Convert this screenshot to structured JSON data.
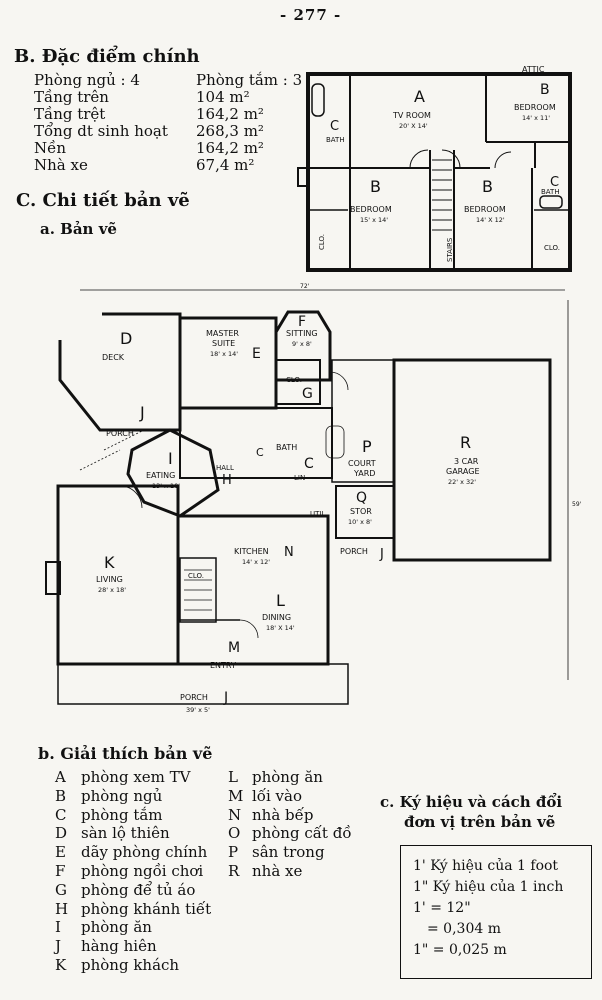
{
  "page_number": "- 277 -",
  "section_b": {
    "title": "B. Đặc điểm chính",
    "rows": [
      {
        "label": "Phòng ngủ : 4",
        "value": "Phòng tắm : 3"
      },
      {
        "label": "Tầng trên",
        "value": "104 m²"
      },
      {
        "label": "Tầng trệt",
        "value": "164,2 m²"
      },
      {
        "label": "Tổng dt sinh hoạt",
        "value": "268,3 m²"
      },
      {
        "label": "Nền",
        "value": "164,2 m²"
      },
      {
        "label": "Nhà xe",
        "value": "67,4 m²"
      }
    ]
  },
  "section_c": {
    "title": "C. Chi tiết bản vẽ",
    "sub_a": "a. Bản vẽ",
    "sub_b": "b. Giải thích bản vẽ",
    "sub_c_line1": "c. Ký hiệu và cách đổi",
    "sub_c_line2": "đơn vị trên bản vẽ"
  },
  "upper_plan": {
    "attic": "ATTIC",
    "tv_letter": "A",
    "tv_name": "TV ROOM",
    "tv_size": "20' X 14'",
    "bed1_letter": "B",
    "bed1_name": "BEDROOM",
    "bed1_size": "14' x 11'",
    "bed2_letter": "B",
    "bed2_name": "BEDROOM",
    "bed2_size": "15' x 14'",
    "bed3_letter": "B",
    "bed3_name": "BEDROOM",
    "bed3_size": "14' X 12'",
    "c1": "C",
    "c2": "C",
    "bath1": "BATH",
    "bath2": "BATH",
    "clo1": "CLO.",
    "clo2": "CLO.",
    "stairs": "STAIRS"
  },
  "main_plan": {
    "dim_top": "72'",
    "dim_right": "59'",
    "d_letter": "D",
    "deck": "DECK",
    "master_name": "MASTER",
    "master_suite": "SUITE",
    "master_size": "18' x 14'",
    "e_letter": "E",
    "f_letter": "F",
    "sitting": "SITTING",
    "sitting_size": "9' x 8'",
    "clo_g": "CLO.",
    "g_letter": "G",
    "j_letter": "J",
    "porch1": "PORCH",
    "i_letter": "I",
    "eating": "EATING",
    "eating_size": "13' x 10'",
    "hall": "HALL",
    "h_letter": "H",
    "bath_c": "BATH",
    "c_letter": "C",
    "c_small": "C",
    "p_letter": "P",
    "court1": "COURT",
    "court2": "YARD",
    "r_letter": "R",
    "garage1": "3 CAR",
    "garage2": "GARAGE",
    "garage_size": "22' x 32'",
    "q_letter": "Q",
    "stor": "STOR",
    "stor_size": "10' x 8'",
    "util": "UTIL",
    "lin": "LIN",
    "porch_j": "PORCH",
    "j2": "J",
    "k_letter": "K",
    "living": "LIVING",
    "living_size": "28' x 18'",
    "kitchen": "KITCHEN",
    "n_letter": "N",
    "kitchen_size": "14' x 12'",
    "clo_stair": "CLO.",
    "l_letter": "L",
    "dining": "DINING",
    "dining_size": "18' X 14'",
    "m_letter": "M",
    "entry": "ENTRY",
    "porch_main": "PORCH",
    "j3": "J",
    "porch_size": "39' x 5'"
  },
  "legend_left": [
    {
      "k": "A",
      "v": "phòng xem TV"
    },
    {
      "k": "B",
      "v": "phòng ngủ"
    },
    {
      "k": "C",
      "v": "phòng tắm"
    },
    {
      "k": "D",
      "v": "sàn lộ thiên"
    },
    {
      "k": "E",
      "v": "dãy phòng chính"
    },
    {
      "k": "F",
      "v": "phòng ngồi chơi"
    },
    {
      "k": "G",
      "v": "phòng để tủ áo"
    },
    {
      "k": "H",
      "v": "phòng khánh tiết"
    },
    {
      "k": "I",
      "v": "phòng ăn"
    },
    {
      "k": "J",
      "v": "hàng hiên"
    },
    {
      "k": "K",
      "v": "phòng khách"
    }
  ],
  "legend_right": [
    {
      "k": "L",
      "v": "phòng ăn"
    },
    {
      "k": "M",
      "v": "lối vào"
    },
    {
      "k": "N",
      "v": "nhà bếp"
    },
    {
      "k": "O",
      "v": "phòng cất đồ"
    },
    {
      "k": "P",
      "v": "sân trong"
    },
    {
      "k": "R",
      "v": "nhà xe"
    }
  ],
  "units_box": [
    "1' Ký hiệu của 1 foot",
    "1\" Ký hiệu của 1 inch",
    "1' = 12\"",
    "= 0,304 m",
    "1\" = 0,025 m"
  ]
}
